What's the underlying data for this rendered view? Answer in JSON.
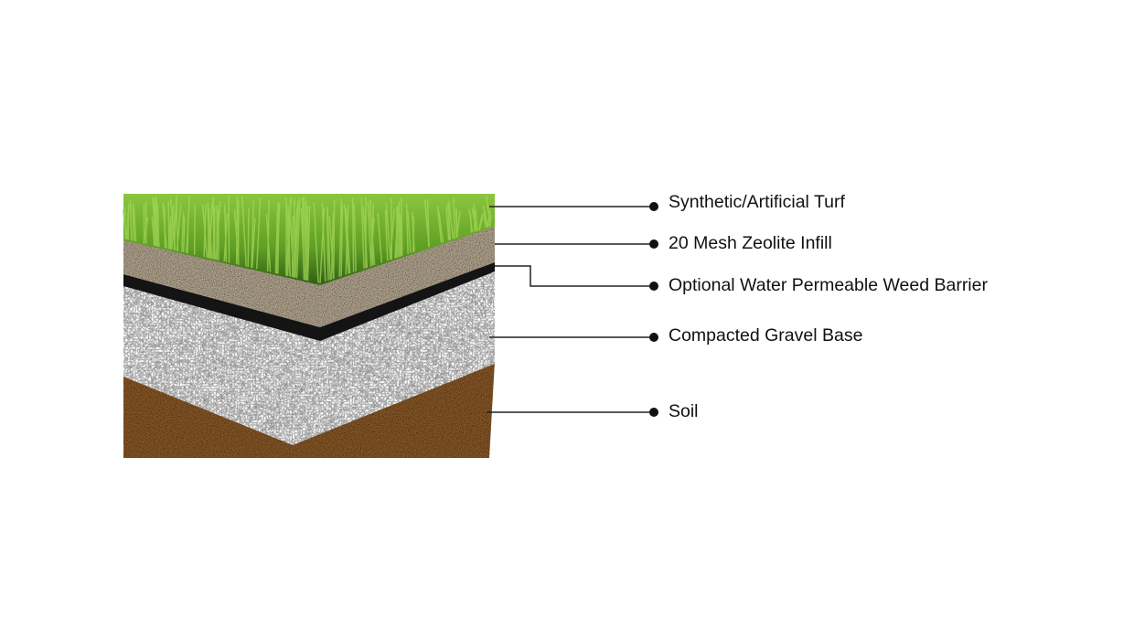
{
  "diagram": {
    "title": "Artificial turf layer cross-section",
    "layers": [
      {
        "label": "Synthetic/Artificial Turf",
        "color": "#6fae2c"
      },
      {
        "label": "20 Mesh Zeolite Infill",
        "color": "#b8a894"
      },
      {
        "label": "Optional Water Permeable Weed Barrier",
        "color": "#111111"
      },
      {
        "label": "Compacted Gravel Base",
        "color": "#9a9a9a"
      },
      {
        "label": "Soil",
        "color": "#8a5a2b"
      }
    ]
  }
}
